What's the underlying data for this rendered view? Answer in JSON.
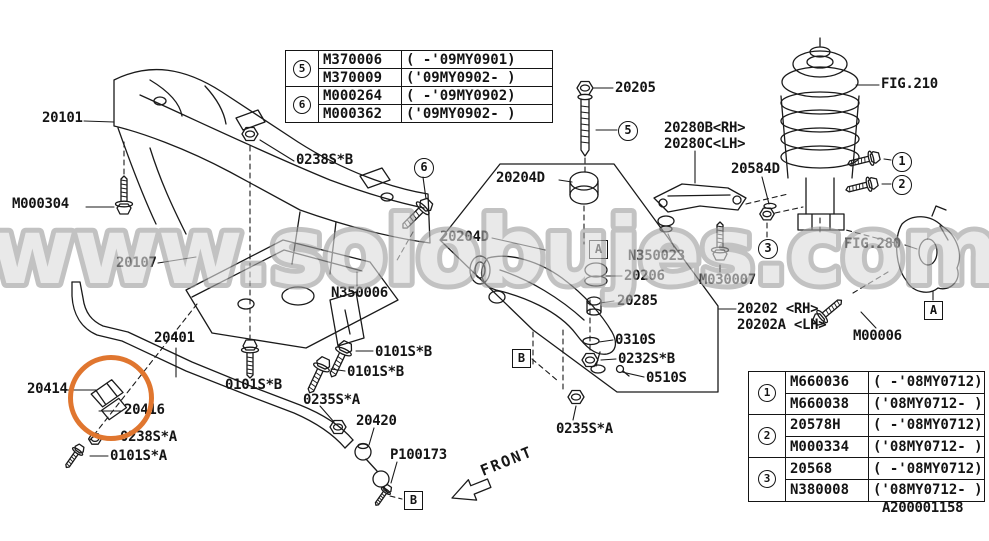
{
  "meta": {
    "drawing_number": "A200001158",
    "front_label": "FRONT"
  },
  "watermark": {
    "text": "www.solobujes.com"
  },
  "highlight": {
    "color": "#e0762f"
  },
  "callouts": {
    "c1": "1",
    "c2": "2",
    "c3": "3",
    "c5": "5",
    "c6": "6"
  },
  "refboxes": {
    "a": "A",
    "b": "B"
  },
  "labels": {
    "l20101": "20101",
    "lM000304": "M000304",
    "l0238SB": "0238S*B",
    "l20107": "20107",
    "lN350006": "N350006",
    "l20401": "20401",
    "l0101SB_1": "0101S*B",
    "l0101SB_2": "0101S*B",
    "l0101SB_3": "0101S*B",
    "l0235SA_1": "0235S*A",
    "l20420": "20420",
    "lP100173": "P100173",
    "l20414": "20414",
    "l20416": "20416",
    "l0238SA": "0238S*A",
    "l0101SA": "0101S*A",
    "l20205": "20205",
    "l20280B": "20280B<RH>",
    "l20280C": "20280C<LH>",
    "l20204D_1": "20204D",
    "l20204D_2": "20204D",
    "l20584D": "20584D",
    "lFIG210": "FIG.210",
    "lN350023": "N350023",
    "l20206": "20206",
    "lM030007": "M030007",
    "l20285": "20285",
    "l0310S": "0310S",
    "l0232SB": "0232S*B",
    "l0510S": "0510S",
    "l20202": "20202 <RH>",
    "l20202A": "20202A <LH>",
    "lFIG280": "FIG.280",
    "lM00006": "M00006",
    "l0235SA_2": "0235S*A",
    "lA2000": "A200001158"
  },
  "tables": {
    "top": {
      "groups": [
        {
          "num": "5",
          "rows": [
            {
              "part": "M370006",
              "range": "( -'09MY0901)"
            },
            {
              "part": "M370009",
              "range": "('09MY0902- )"
            }
          ]
        },
        {
          "num": "6",
          "rows": [
            {
              "part": "M000264",
              "range": "( -'09MY0902)"
            },
            {
              "part": "M000362",
              "range": "('09MY0902- )"
            }
          ]
        }
      ]
    },
    "bottom": {
      "groups": [
        {
          "num": "1",
          "rows": [
            {
              "part": "M660036",
              "range": "( -'08MY0712)"
            },
            {
              "part": "M660038",
              "range": "('08MY0712- )"
            }
          ]
        },
        {
          "num": "2",
          "rows": [
            {
              "part": "20578H",
              "range": "( -'08MY0712)"
            },
            {
              "part": "M000334",
              "range": "('08MY0712- )"
            }
          ]
        },
        {
          "num": "3",
          "rows": [
            {
              "part": "20568",
              "range": "( -'08MY0712)"
            },
            {
              "part": "N380008",
              "range": "('08MY0712- )"
            }
          ]
        }
      ]
    }
  }
}
